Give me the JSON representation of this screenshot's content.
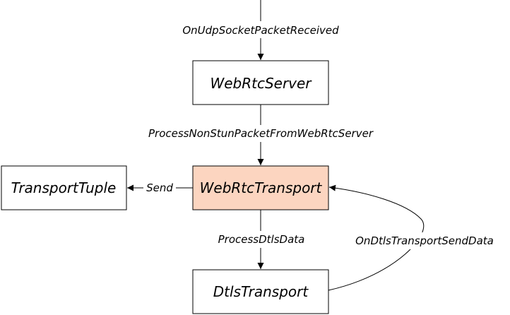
{
  "nodes": {
    "webrtc_server": "WebRtcServer",
    "webrtc_transport": "WebRtcTransport",
    "transport_tuple": "TransportTuple",
    "dtls_transport": "DtlsTransport"
  },
  "edges": {
    "on_udp_socket_packet_received": "OnUdpSocketPacketReceived",
    "process_non_stun": "ProcessNonStunPacketFromWebRtcServer",
    "send": "Send",
    "process_dtls_data": "ProcessDtlsData",
    "on_dtls_transport_send_data": "OnDtlsTransportSendData"
  },
  "colors": {
    "highlight_fill": "#fcd5c0"
  }
}
